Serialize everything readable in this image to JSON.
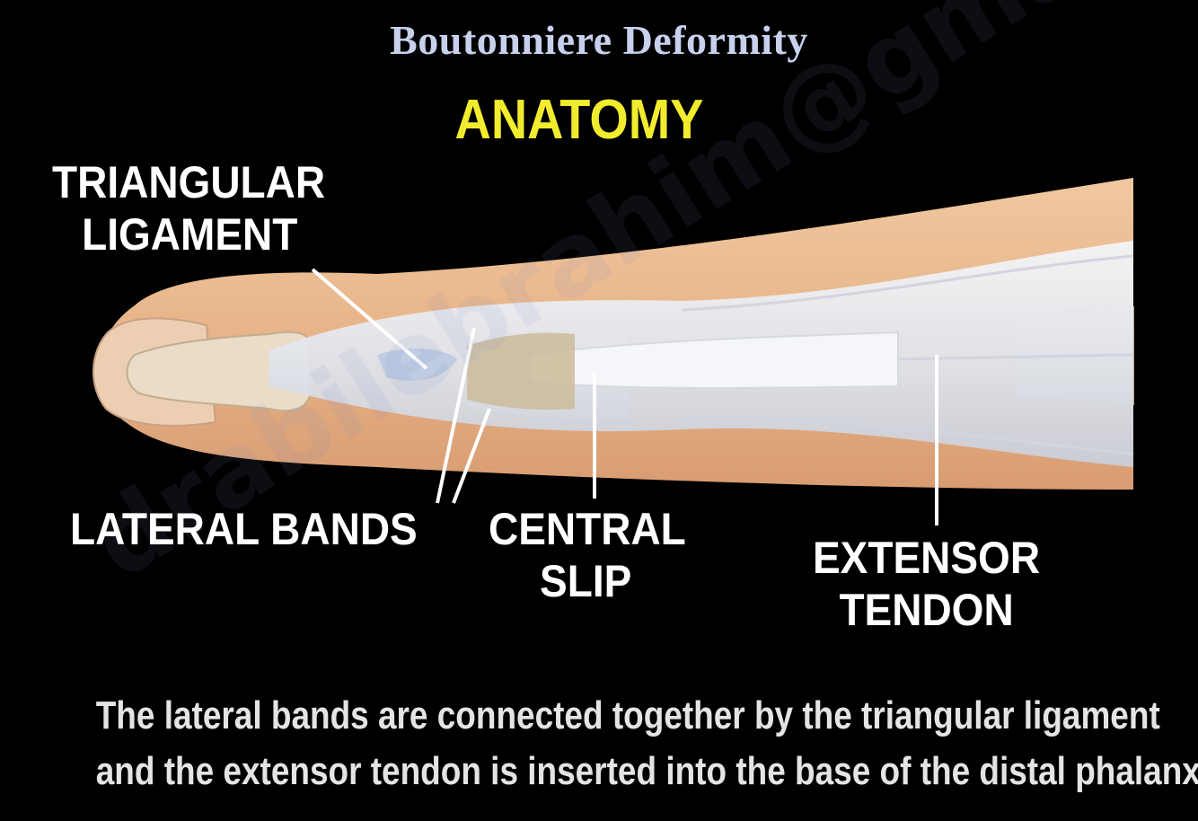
{
  "title": "Boutonniere Deformity",
  "subtitle": "ANATOMY",
  "labels": {
    "triangular_ligament": [
      "TRIANGULAR",
      "LIGAMENT"
    ],
    "lateral_bands": "LATERAL BANDS",
    "central_slip": [
      "CENTRAL",
      "SLIP"
    ],
    "extensor_tendon": [
      "EXTENSOR",
      "TENDON"
    ]
  },
  "caption": [
    "The lateral bands are connected together by the triangular ligament",
    "and the extensor tendon is inserted into the base of the distal phalanx."
  ],
  "watermark": "drabilebrahim@gmail.com",
  "colors": {
    "background": "#000000",
    "title": "#c7d1ee",
    "subtitle": "#f2ec2e",
    "label": "#ffffff",
    "skin": "#e8b489",
    "tendon": "#e6e9ef"
  }
}
